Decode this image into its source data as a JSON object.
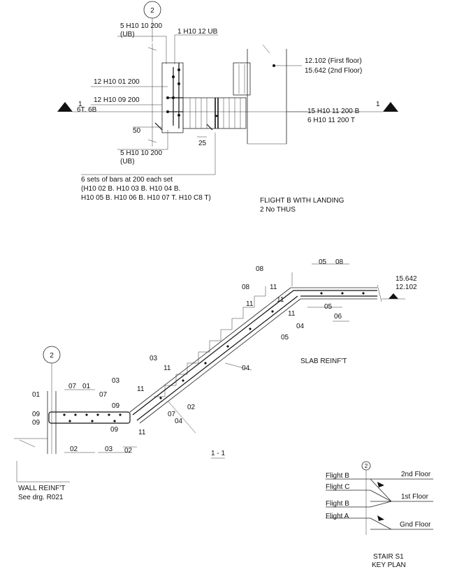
{
  "plan": {
    "grid": "2",
    "section_mark": "1",
    "section_sub": "6T. 6B",
    "labels": {
      "ub_top_1": "5 H10 10 200",
      "ub_top_2": "(UB)",
      "ub_12": "1 H10 12 UB",
      "b01": "12 H10 01 200",
      "b09": "12 H10 09 200",
      "dim50": "50",
      "dim25": "25",
      "ub_bot_1": "5 H10 10 200",
      "ub_bot_2": "(UB)",
      "lvl1": "12.102 (First floor)",
      "lvl2": "15.642 (2nd Floor)",
      "b11b": "15 H10 11 200 B",
      "b11t": "6 H10 11 200 T",
      "sets1": "6 sets of bars at 200 each set",
      "sets2": "(H10 02 B. H10 03 B. H10 04 B.",
      "sets3": "H10 05 B. H10 06 B. H10 07 T. H10 C8 T)"
    },
    "title1": "FLIGHT B WITH LANDING",
    "title2": "2 No THUS"
  },
  "section": {
    "grid": "2",
    "title": "1 - 1",
    "levels": [
      "15.642",
      "12.102"
    ],
    "slab": "SLAB REINF'T",
    "wall1": "WALL REINF'T",
    "wall2": "See drg. R021",
    "marks": {
      "m05a": "05",
      "m08a": "08",
      "m08b": "08",
      "m08c": "08",
      "m11a": "11",
      "m11b": "11",
      "m11c": "11",
      "m11d": "11",
      "m11e": "11",
      "m11f": "11",
      "m11g": "11",
      "m05b": "05",
      "m04a": "04",
      "m06": "06",
      "m05c": "05",
      "m04b": "04",
      "m03a": "03",
      "m03b": "03",
      "m03c": "03",
      "m07a": "07",
      "m01a": "01",
      "m07b": "07",
      "m01b": "01",
      "m07c": "07",
      "m09a": "09",
      "m09b": "09",
      "m09c": "09",
      "m09d": "09",
      "m04c": "04",
      "m02a": "02",
      "m02b": "02",
      "m02c": "02"
    }
  },
  "key": {
    "grid": "2",
    "flights": [
      "Flight B",
      "Flight C",
      "Flight B",
      "Flight A"
    ],
    "floors": [
      "2nd Floor",
      "1st Floor",
      "Gnd Floor"
    ],
    "title1": "STAIR S1",
    "title2": "KEY PLAN"
  }
}
